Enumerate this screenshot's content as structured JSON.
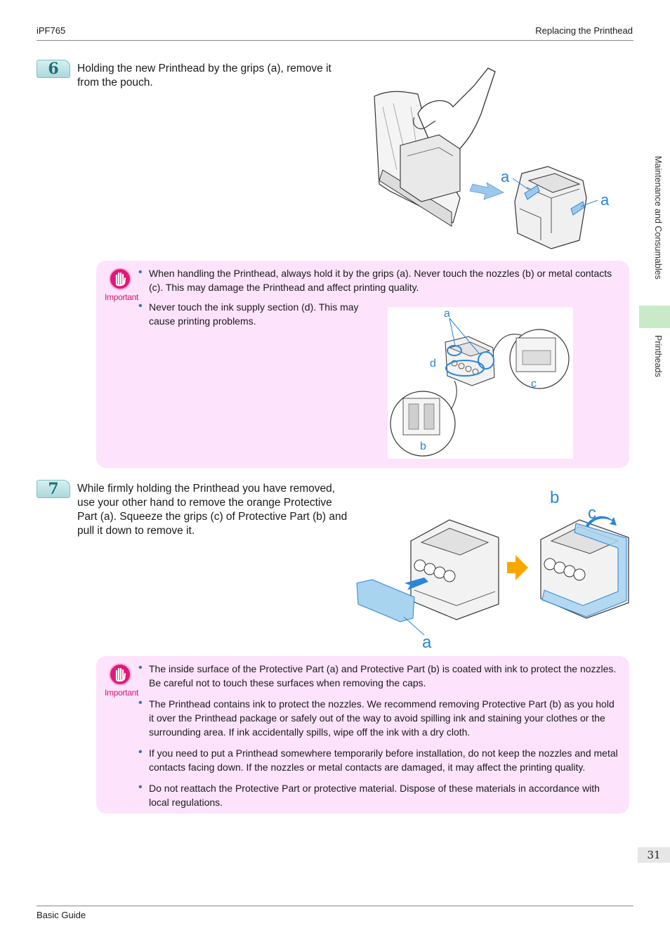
{
  "header": {
    "model": "iPF765",
    "section": "Replacing the Printhead"
  },
  "side_tabs": {
    "chapter": "Maintenance and Consumables",
    "topic": "Printheads"
  },
  "steps": [
    {
      "number": "6",
      "text": "Holding the new Printhead by the grips (a), remove it from the pouch.",
      "labels": [
        "a",
        "a"
      ]
    },
    {
      "number": "7",
      "text": "While firmly holding the Printhead you have removed, use your other hand to remove the orange Protective Part (a). Squeeze the grips (c) of Protective Part (b) and pull it down to remove it.",
      "labels": [
        "b",
        "c",
        "a"
      ]
    }
  ],
  "important_1": {
    "label": "Important",
    "bullets": [
      "When handling the Printhead, always hold it by the grips (a). Never touch the nozzles (b) or metal contacts (c). This may damage the Printhead and affect printing quality.",
      "Never touch the ink supply section (d). This may cause printing problems."
    ],
    "figure_labels": [
      "a",
      "d",
      "c",
      "b"
    ]
  },
  "important_2": {
    "label": "Important",
    "bullets": [
      "The inside surface of the Protective Part (a) and Protective Part (b) is coated with ink to protect the nozzles. Be careful not to touch these surfaces when removing the caps.",
      "The Printhead contains ink to protect the nozzles. We recommend removing Protective Part (b) as you hold it over the Printhead package or safely out of the way to avoid spilling ink and staining your clothes or the surrounding area. If ink accidentally spills, wipe off the ink with a dry cloth.",
      "If you need to put a Printhead somewhere temporarily before installation, do not keep the nozzles and metal contacts facing down. If the nozzles or metal contacts are damaged, it may affect the printing quality.",
      "Do not reattach the Protective Part or protective material. Dispose of these materials in accordance with local regulations."
    ]
  },
  "footer": {
    "page_number": "31",
    "guide": "Basic Guide"
  },
  "colors": {
    "accent_blue": "#2a86d6",
    "important_pink": "#e0187c",
    "box_bg": "#fde3fb",
    "badge_teal": "#a9d9dc"
  }
}
